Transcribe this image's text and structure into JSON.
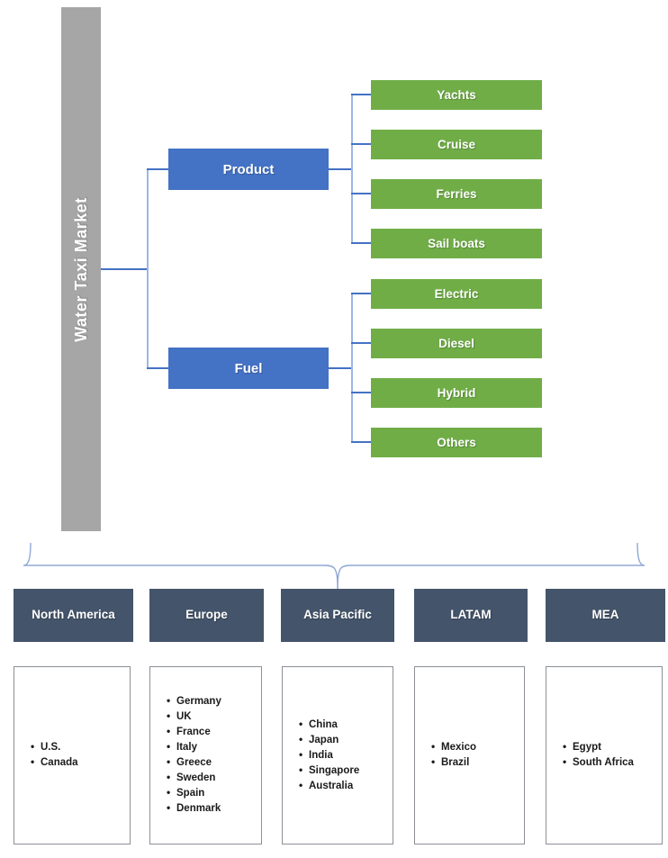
{
  "diagram": {
    "root": {
      "label": "Water Taxi Market",
      "color": "#a6a6a6"
    },
    "segment_color": "#4472c4",
    "leaf_color": "#70ad47",
    "region_header_color": "#44546a",
    "connector_color": "#4472c4",
    "segments": [
      {
        "label": "Product",
        "leaves": [
          {
            "label": "Yachts"
          },
          {
            "label": "Cruise"
          },
          {
            "label": "Ferries"
          },
          {
            "label": "Sail boats"
          }
        ]
      },
      {
        "label": "Fuel",
        "leaves": [
          {
            "label": "Electric"
          },
          {
            "label": "Diesel"
          },
          {
            "label": "Hybrid"
          },
          {
            "label": "Others"
          }
        ]
      }
    ],
    "regions": [
      {
        "name": "North America",
        "countries": [
          "U.S.",
          "Canada"
        ]
      },
      {
        "name": "Europe",
        "countries": [
          "Germany",
          "UK",
          "France",
          "Italy",
          "Greece",
          "Sweden",
          "Spain",
          "Denmark"
        ]
      },
      {
        "name": "Asia Pacific",
        "countries": [
          "China",
          "Japan",
          "India",
          "Singapore",
          "Australia"
        ]
      },
      {
        "name": "LATAM",
        "countries": [
          "Mexico",
          "Brazil"
        ]
      },
      {
        "name": "MEA",
        "countries": [
          "Egypt",
          "South Africa"
        ]
      }
    ]
  }
}
